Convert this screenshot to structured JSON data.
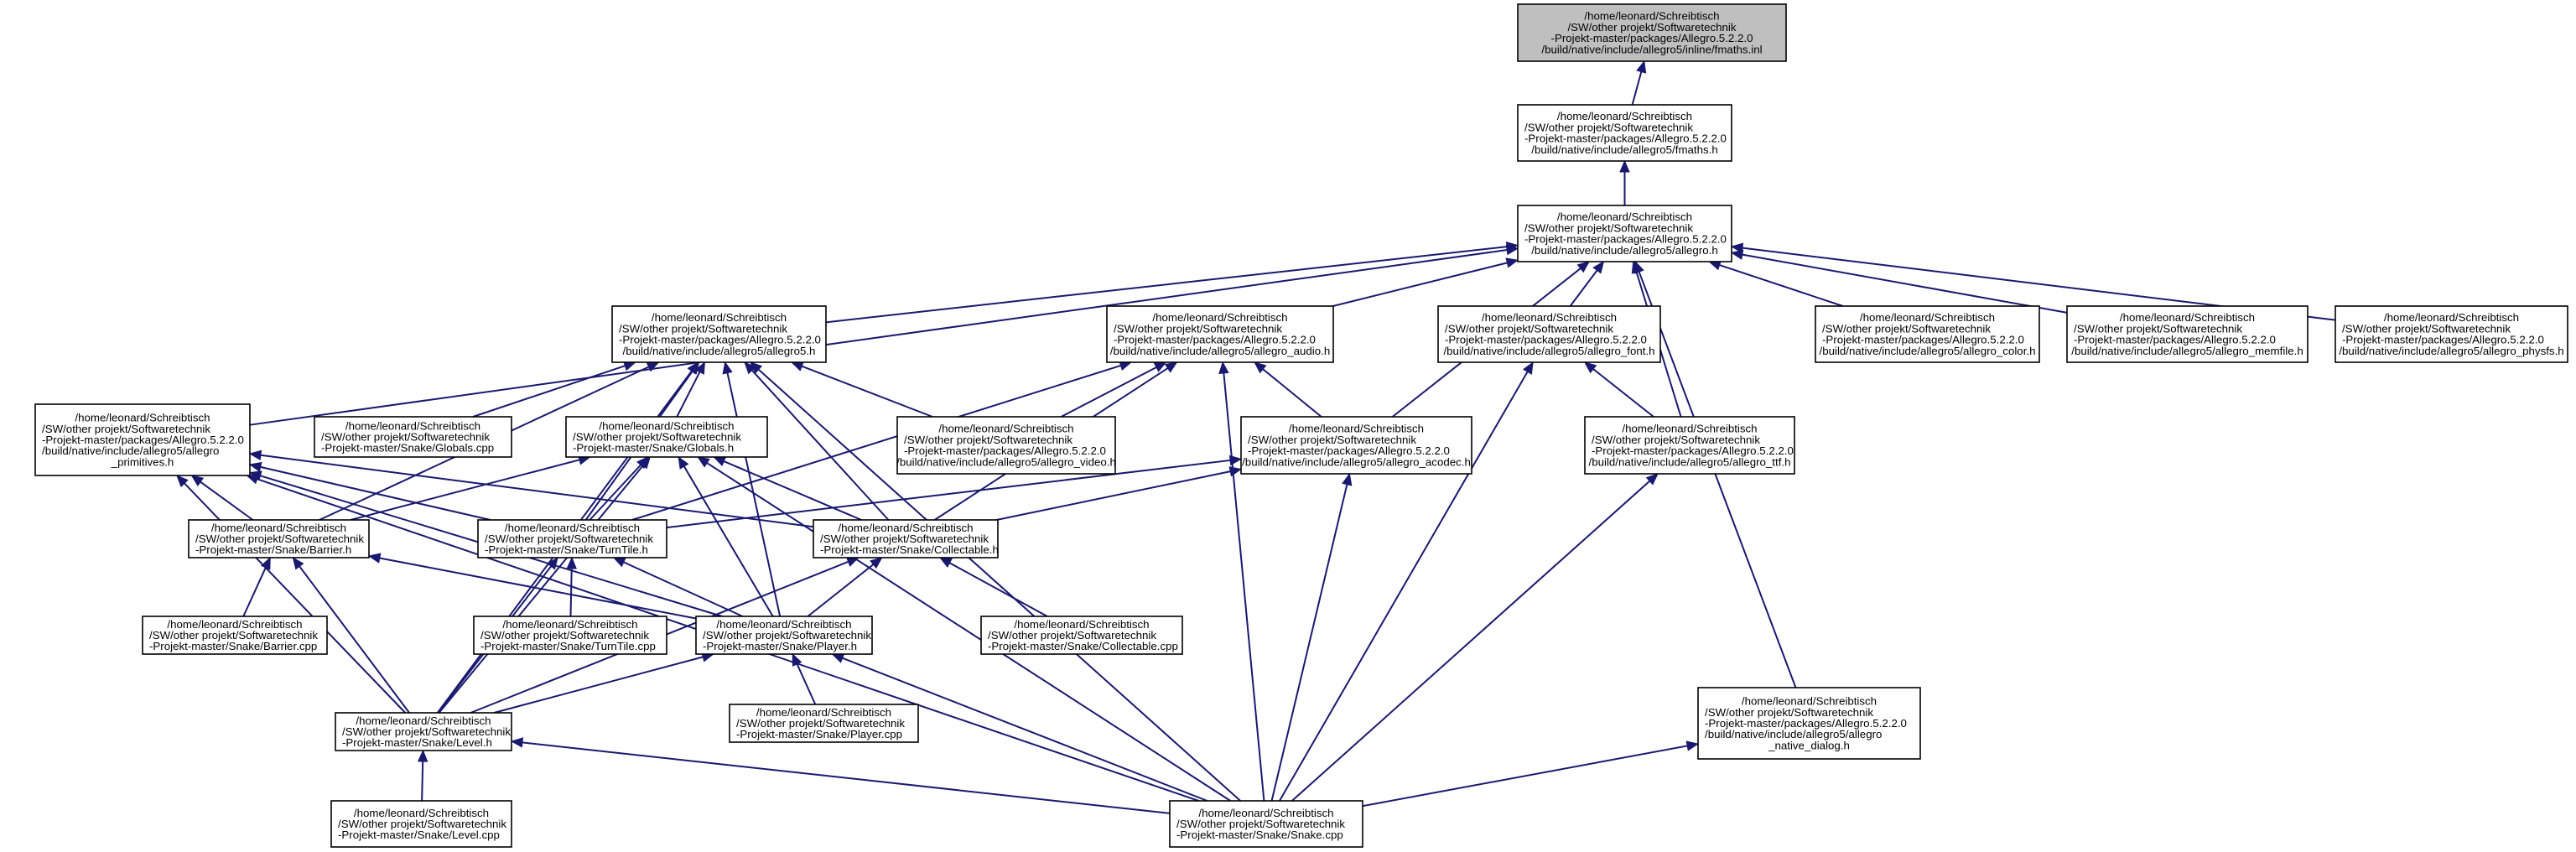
{
  "graph": {
    "nodes": {
      "fmaths_inl": {
        "lines": [
          "/home/leonard/Schreibtisch",
          "/SW/other projekt/Softwaretechnik",
          "-Projekt-master/packages/Allegro.5.2.2.0",
          "/build/native/include/allegro5/inline/fmaths.inl"
        ]
      },
      "fmaths_h": {
        "lines": [
          "/home/leonard/Schreibtisch",
          "/SW/other projekt/Softwaretechnik",
          "-Projekt-master/packages/Allegro.5.2.2.0",
          "/build/native/include/allegro5/fmaths.h"
        ]
      },
      "allegro_h": {
        "lines": [
          "/home/leonard/Schreibtisch",
          "/SW/other projekt/Softwaretechnik",
          "-Projekt-master/packages/Allegro.5.2.2.0",
          "/build/native/include/allegro5/allegro.h"
        ]
      },
      "allegro5_h": {
        "lines": [
          "/home/leonard/Schreibtisch",
          "/SW/other projekt/Softwaretechnik",
          "-Projekt-master/packages/Allegro.5.2.2.0",
          "/build/native/include/allegro5/allegro5.h"
        ]
      },
      "allegro_audio_h": {
        "lines": [
          "/home/leonard/Schreibtisch",
          "/SW/other projekt/Softwaretechnik",
          "-Projekt-master/packages/Allegro.5.2.2.0",
          "/build/native/include/allegro5/allegro_audio.h"
        ]
      },
      "allegro_font_h": {
        "lines": [
          "/home/leonard/Schreibtisch",
          "/SW/other projekt/Softwaretechnik",
          "-Projekt-master/packages/Allegro.5.2.2.0",
          "/build/native/include/allegro5/allegro_font.h"
        ]
      },
      "allegro_color_h": {
        "lines": [
          "/home/leonard/Schreibtisch",
          "/SW/other projekt/Softwaretechnik",
          "-Projekt-master/packages/Allegro.5.2.2.0",
          "/build/native/include/allegro5/allegro_color.h"
        ]
      },
      "allegro_memfile_h": {
        "lines": [
          "/home/leonard/Schreibtisch",
          "/SW/other projekt/Softwaretechnik",
          "-Projekt-master/packages/Allegro.5.2.2.0",
          "/build/native/include/allegro5/allegro_memfile.h"
        ]
      },
      "allegro_physfs_h": {
        "lines": [
          "/home/leonard/Schreibtisch",
          "/SW/other projekt/Softwaretechnik",
          "-Projekt-master/packages/Allegro.5.2.2.0",
          "/build/native/include/allegro5/allegro_physfs.h"
        ]
      },
      "allegro_primitives_h": {
        "lines": [
          "/home/leonard/Schreibtisch",
          "/SW/other projekt/Softwaretechnik",
          "-Projekt-master/packages/Allegro.5.2.2.0",
          "/build/native/include/allegro5/allegro",
          "_primitives.h"
        ]
      },
      "globals_cpp": {
        "lines": [
          "/home/leonard/Schreibtisch",
          "/SW/other projekt/Softwaretechnik",
          "-Projekt-master/Snake/Globals.cpp"
        ]
      },
      "globals_h": {
        "lines": [
          "/home/leonard/Schreibtisch",
          "/SW/other projekt/Softwaretechnik",
          "-Projekt-master/Snake/Globals.h"
        ]
      },
      "allegro_video_h": {
        "lines": [
          "/home/leonard/Schreibtisch",
          "/SW/other projekt/Softwaretechnik",
          "-Projekt-master/packages/Allegro.5.2.2.0",
          "/build/native/include/allegro5/allegro_video.h"
        ]
      },
      "allegro_acodec_h": {
        "lines": [
          "/home/leonard/Schreibtisch",
          "/SW/other projekt/Softwaretechnik",
          "-Projekt-master/packages/Allegro.5.2.2.0",
          "/build/native/include/allegro5/allegro_acodec.h"
        ]
      },
      "allegro_ttf_h": {
        "lines": [
          "/home/leonard/Schreibtisch",
          "/SW/other projekt/Softwaretechnik",
          "-Projekt-master/packages/Allegro.5.2.2.0",
          "/build/native/include/allegro5/allegro_ttf.h"
        ]
      },
      "barrier_h": {
        "lines": [
          "/home/leonard/Schreibtisch",
          "/SW/other projekt/Softwaretechnik",
          "-Projekt-master/Snake/Barrier.h"
        ]
      },
      "turntile_h": {
        "lines": [
          "/home/leonard/Schreibtisch",
          "/SW/other projekt/Softwaretechnik",
          "-Projekt-master/Snake/TurnTile.h"
        ]
      },
      "collectable_h": {
        "lines": [
          "/home/leonard/Schreibtisch",
          "/SW/other projekt/Softwaretechnik",
          "-Projekt-master/Snake/Collectable.h"
        ]
      },
      "barrier_cpp": {
        "lines": [
          "/home/leonard/Schreibtisch",
          "/SW/other projekt/Softwaretechnik",
          "-Projekt-master/Snake/Barrier.cpp"
        ]
      },
      "turntile_cpp": {
        "lines": [
          "/home/leonard/Schreibtisch",
          "/SW/other projekt/Softwaretechnik",
          "-Projekt-master/Snake/TurnTile.cpp"
        ]
      },
      "player_h": {
        "lines": [
          "/home/leonard/Schreibtisch",
          "/SW/other projekt/Softwaretechnik",
          "-Projekt-master/Snake/Player.h"
        ]
      },
      "collectable_cpp": {
        "lines": [
          "/home/leonard/Schreibtisch",
          "/SW/other projekt/Softwaretechnik",
          "-Projekt-master/Snake/Collectable.cpp"
        ]
      },
      "allegro_native_dialog_h": {
        "lines": [
          "/home/leonard/Schreibtisch",
          "/SW/other projekt/Softwaretechnik",
          "-Projekt-master/packages/Allegro.5.2.2.0",
          "/build/native/include/allegro5/allegro",
          "_native_dialog.h"
        ]
      },
      "player_cpp": {
        "lines": [
          "/home/leonard/Schreibtisch",
          "/SW/other projekt/Softwaretechnik",
          "-Projekt-master/Snake/Player.cpp"
        ]
      },
      "level_h": {
        "lines": [
          "/home/leonard/Schreibtisch",
          "/SW/other projekt/Softwaretechnik",
          "-Projekt-master/Snake/Level.h"
        ]
      },
      "snake_cpp": {
        "lines": [
          "/home/leonard/Schreibtisch",
          "/SW/other projekt/Softwaretechnik",
          "-Projekt-master/Snake/Snake.cpp"
        ]
      },
      "level_cpp": {
        "lines": [
          "/home/leonard/Schreibtisch",
          "/SW/other projekt/Softwaretechnik",
          "-Projekt-master/Snake/Level.cpp"
        ]
      }
    },
    "edges": [
      {
        "from": "fmaths_h",
        "to": "fmaths_inl"
      },
      {
        "from": "allegro_h",
        "to": "fmaths_h"
      },
      {
        "from": "allegro5_h",
        "to": "allegro_h"
      },
      {
        "from": "allegro_audio_h",
        "to": "allegro_h"
      },
      {
        "from": "allegro_font_h",
        "to": "allegro_h"
      },
      {
        "from": "allegro_color_h",
        "to": "allegro_h"
      },
      {
        "from": "allegro_memfile_h",
        "to": "allegro_h"
      },
      {
        "from": "allegro_physfs_h",
        "to": "allegro_h"
      },
      {
        "from": "allegro_primitives_h",
        "to": "allegro_h"
      },
      {
        "from": "allegro_acodec_h",
        "to": "allegro_h"
      },
      {
        "from": "allegro_ttf_h",
        "to": "allegro_h"
      },
      {
        "from": "allegro_native_dialog_h",
        "to": "allegro_h"
      },
      {
        "from": "globals_cpp",
        "to": "allegro5_h"
      },
      {
        "from": "globals_h",
        "to": "allegro5_h"
      },
      {
        "from": "allegro_video_h",
        "to": "allegro5_h"
      },
      {
        "from": "barrier_h",
        "to": "allegro5_h"
      },
      {
        "from": "turntile_h",
        "to": "allegro5_h"
      },
      {
        "from": "collectable_h",
        "to": "allegro5_h"
      },
      {
        "from": "player_h",
        "to": "allegro5_h"
      },
      {
        "from": "level_h",
        "to": "allegro5_h"
      },
      {
        "from": "snake_cpp",
        "to": "allegro5_h"
      },
      {
        "from": "allegro_video_h",
        "to": "allegro_audio_h"
      },
      {
        "from": "allegro_acodec_h",
        "to": "allegro_audio_h"
      },
      {
        "from": "turntile_h",
        "to": "allegro_audio_h"
      },
      {
        "from": "collectable_h",
        "to": "allegro_audio_h"
      },
      {
        "from": "snake_cpp",
        "to": "allegro_audio_h"
      },
      {
        "from": "allegro_ttf_h",
        "to": "allegro_font_h"
      },
      {
        "from": "snake_cpp",
        "to": "allegro_font_h"
      },
      {
        "from": "turntile_h",
        "to": "allegro_acodec_h"
      },
      {
        "from": "collectable_h",
        "to": "allegro_acodec_h"
      },
      {
        "from": "snake_cpp",
        "to": "allegro_acodec_h"
      },
      {
        "from": "snake_cpp",
        "to": "allegro_ttf_h"
      },
      {
        "from": "snake_cpp",
        "to": "allegro_native_dialog_h"
      },
      {
        "from": "barrier_h",
        "to": "allegro_primitives_h"
      },
      {
        "from": "turntile_h",
        "to": "allegro_primitives_h"
      },
      {
        "from": "collectable_h",
        "to": "allegro_primitives_h"
      },
      {
        "from": "player_h",
        "to": "allegro_primitives_h"
      },
      {
        "from": "level_h",
        "to": "allegro_primitives_h"
      },
      {
        "from": "snake_cpp",
        "to": "allegro_primitives_h"
      },
      {
        "from": "barrier_h",
        "to": "globals_h"
      },
      {
        "from": "turntile_h",
        "to": "globals_h"
      },
      {
        "from": "collectable_h",
        "to": "globals_h"
      },
      {
        "from": "player_h",
        "to": "globals_h"
      },
      {
        "from": "level_h",
        "to": "globals_h"
      },
      {
        "from": "snake_cpp",
        "to": "globals_h"
      },
      {
        "from": "barrier_cpp",
        "to": "barrier_h"
      },
      {
        "from": "level_h",
        "to": "barrier_h"
      },
      {
        "from": "player_h",
        "to": "barrier_h"
      },
      {
        "from": "turntile_cpp",
        "to": "turntile_h"
      },
      {
        "from": "player_h",
        "to": "turntile_h"
      },
      {
        "from": "level_h",
        "to": "turntile_h"
      },
      {
        "from": "collectable_cpp",
        "to": "collectable_h"
      },
      {
        "from": "player_h",
        "to": "collectable_h"
      },
      {
        "from": "level_h",
        "to": "collectable_h"
      },
      {
        "from": "player_cpp",
        "to": "player_h"
      },
      {
        "from": "level_h",
        "to": "player_h"
      },
      {
        "from": "snake_cpp",
        "to": "player_h"
      },
      {
        "from": "level_cpp",
        "to": "level_h"
      },
      {
        "from": "snake_cpp",
        "to": "level_h"
      }
    ],
    "colors": {
      "edge": "#191970",
      "node_border": "#000000",
      "node_fill": "#ffffff",
      "focus_fill": "#bfbfbf"
    }
  }
}
